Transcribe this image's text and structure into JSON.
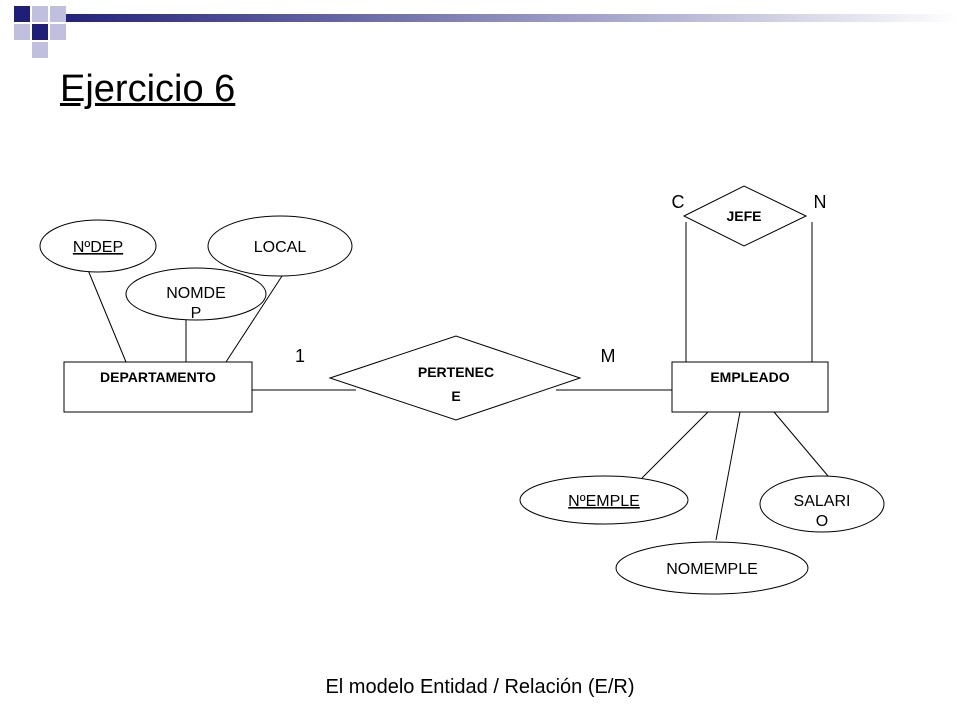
{
  "slide": {
    "title": "Ejercicio 6",
    "footer": "El modelo Entidad / Relación (E/R)"
  },
  "entities": {
    "departamento": "DEPARTAMENTO",
    "empleado": "EMPLEADO"
  },
  "relationships": {
    "pertenece": [
      "PERTENEC",
      "E"
    ],
    "jefe": "JEFE"
  },
  "attributes": {
    "ndep": "NºDEP",
    "local": "LOCAL",
    "nomdep": [
      "NOMDE",
      "P"
    ],
    "nemple": "NºEMPLE",
    "salario": [
      "SALARI",
      "O"
    ],
    "nomemple": "NOMEMPLE"
  },
  "cardinalities": {
    "pertenece_dep": "1",
    "pertenece_emp": "M",
    "jefe_left": "C",
    "jefe_right": "N"
  },
  "colors": {
    "accent_dark": "#1f1f7a",
    "accent_light": "#c0c0de",
    "line": "#000000"
  }
}
